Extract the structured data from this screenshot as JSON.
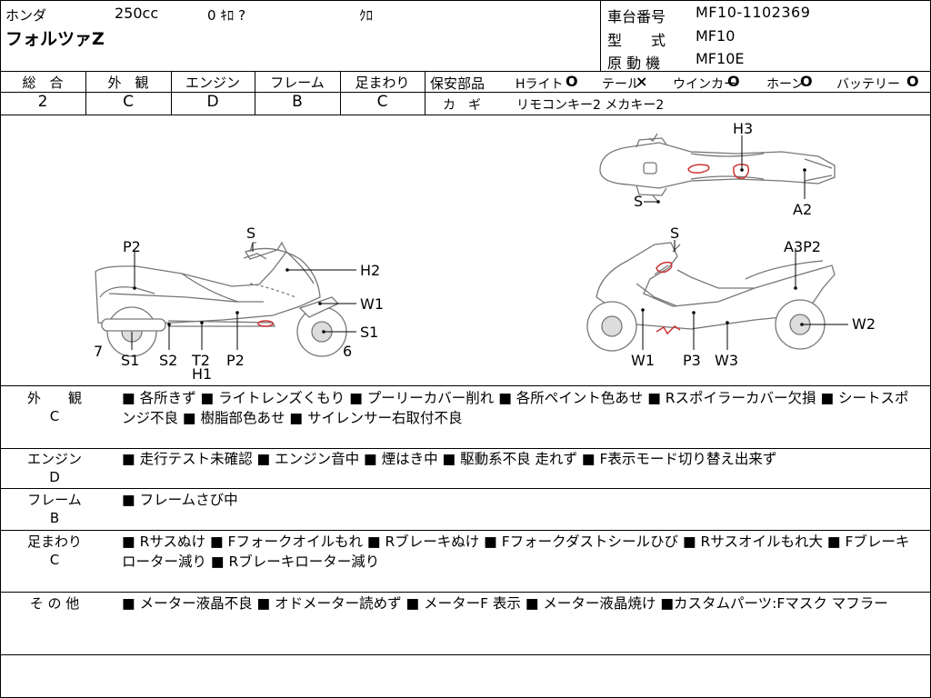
{
  "header": {
    "maker": "ホンダ",
    "cc": "250cc",
    "mileage": "0 ｷﾛ ?",
    "color": "ｸﾛ",
    "model": "フォルツァZ",
    "frame_label": "車台番号",
    "frame_value": "MF10-1102369",
    "type_label": "型　　式",
    "type_value": "MF10",
    "engine_label": "原 動 機",
    "engine_value": "MF10E"
  },
  "grades": {
    "sogo_label": "総　合",
    "sogo": "2",
    "gaikan_label": "外　観",
    "gaikan": "C",
    "engine_label": "エンジン",
    "engine": "D",
    "frame_label": "フレーム",
    "frame": "B",
    "ashi_label": "足まわり",
    "ashi": "C"
  },
  "safety": {
    "label": "保安部品",
    "hlight": "Hライト",
    "hlight_mark": "O",
    "tail": "テール",
    "tail_mark": "×",
    "winker": "ウインカー",
    "winker_mark": "O",
    "horn": "ホーン",
    "horn_mark": "O",
    "battery": "バッテリー",
    "battery_mark": "O",
    "key_label": "カ　ギ",
    "key_value": "リモコンキー2 メカキー2"
  },
  "diagram_labels": {
    "left": {
      "p2_top": "P2",
      "s_top": "S",
      "h2": "H2",
      "w1": "W1",
      "s1_right": "S1",
      "six": "6",
      "seven": "7",
      "s1": "S1",
      "s2": "S2",
      "t2": "T2",
      "h1": "H1",
      "p2_bottom": "P2"
    },
    "right": {
      "s_top": "S",
      "a3p2": "A3P2",
      "w2": "W2",
      "w1": "W1",
      "p3": "P3",
      "w3": "W3"
    },
    "top": {
      "h3": "H3",
      "s": "S",
      "a2": "A2"
    }
  },
  "details": {
    "gaikan_label": "外　　観",
    "gaikan_grade": "C",
    "gaikan_text": "■ 各所きず ■ ライトレンズくもり ■ プーリーカバー削れ ■ 各所ペイント色あせ ■ Rスポイラーカバー欠損 ■ シートスポンジ不良 ■ 樹脂部色あせ ■ サイレンサー右取付不良",
    "engine_label": "エンジン",
    "engine_grade": "D",
    "engine_text": "■ 走行テスト未確認 ■ エンジン音中 ■ 煙はき中 ■ 駆動系不良 走れず ■ F表示モード切り替え出来ず",
    "frame_label": "フレーム",
    "frame_grade": "B",
    "frame_text": "■ フレームさび中",
    "ashi_label": "足まわり",
    "ashi_grade": "C",
    "ashi_text": "■ Rサスぬけ ■ Fフォークオイルもれ ■ Rブレーキぬけ ■ Fフォークダストシールひび ■ Rサスオイルもれ大 ■ Fブレーキローター減り ■ Rブレーキローター減り",
    "other_label": "そ の 他",
    "other_text": "■ メーター液晶不良 ■ オドメーター読めず ■ メーターF 表示 ■ メーター液晶焼け ■カスタムパーツ:Fマスク マフラー"
  }
}
